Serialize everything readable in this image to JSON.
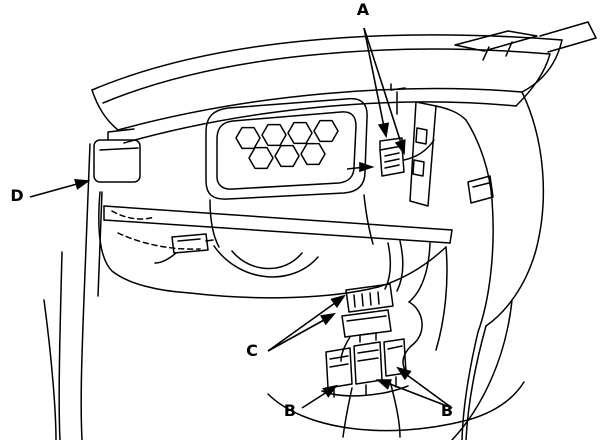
{
  "figure": {
    "callouts": {
      "a": "A",
      "b_left": "B",
      "b_right": "B",
      "c": "C",
      "d": "D"
    },
    "colors": {
      "ink": "#000000",
      "paper": "#ffffff"
    }
  }
}
